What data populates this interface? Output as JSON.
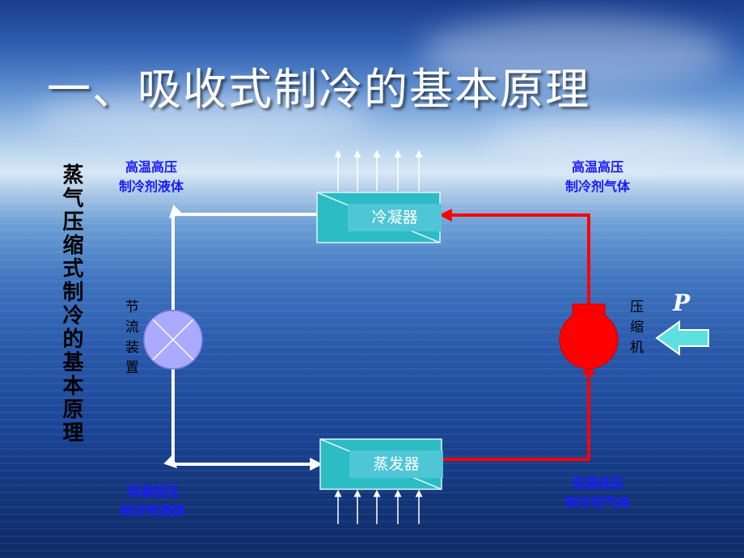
{
  "title": "一、吸收式制冷的基本原理",
  "sidebar_title": "蒸气压缩式制冷的基本原理",
  "components": {
    "condenser": "冷凝器",
    "evaporator": "蒸发器",
    "throttle": "节流装置",
    "compressor": "压缩机",
    "power": "P"
  },
  "states": {
    "high_liquid": [
      "高温高压",
      "制冷剂液体"
    ],
    "high_gas": [
      "高温高压",
      "制冷剂气体"
    ],
    "low_liquid": [
      "低温低压",
      "制冷剂液体"
    ],
    "low_gas": [
      "低温低压",
      "制冷剂气体"
    ]
  },
  "colors": {
    "hot_line": "#ff0000",
    "cold_line": "#ffffff",
    "heat_exchanger": "#2bbcc4",
    "valve": "#aaaaff",
    "label_text": "#1a1aff",
    "input_arrow": "#5fe0e0"
  }
}
